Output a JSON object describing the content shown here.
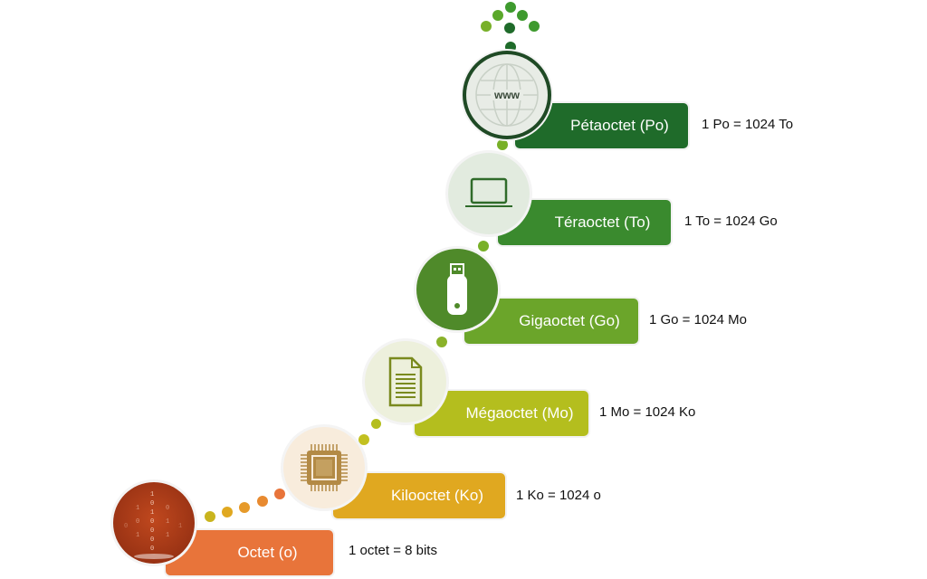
{
  "levels": [
    {
      "name": "Octet (o)",
      "equation": "1 octet = 8 bits",
      "color": "#E8743A",
      "icon": "binary-data-icon"
    },
    {
      "name": "Kilooctet (Ko)",
      "equation": "1 Ko = 1024 o",
      "color": "#E0A820",
      "icon": "cpu-chip-icon"
    },
    {
      "name": "Mégaoctet (Mo)",
      "equation": "1 Mo = 1024 Ko",
      "color": "#B4BE1E",
      "icon": "document-icon"
    },
    {
      "name": "Gigaoctet (Go)",
      "equation": "1 Go = 1024 Mo",
      "color": "#6BA52A",
      "icon": "usb-drive-icon"
    },
    {
      "name": "Téraoctet (To)",
      "equation": "1 To = 1024 Go",
      "color": "#3A8A2E",
      "icon": "laptop-icon"
    },
    {
      "name": "Pétaoctet (Po)",
      "equation": "1 Po = 1024 To",
      "color": "#1F6B2A",
      "icon": "globe-www-icon"
    }
  ],
  "globe_label": "www"
}
